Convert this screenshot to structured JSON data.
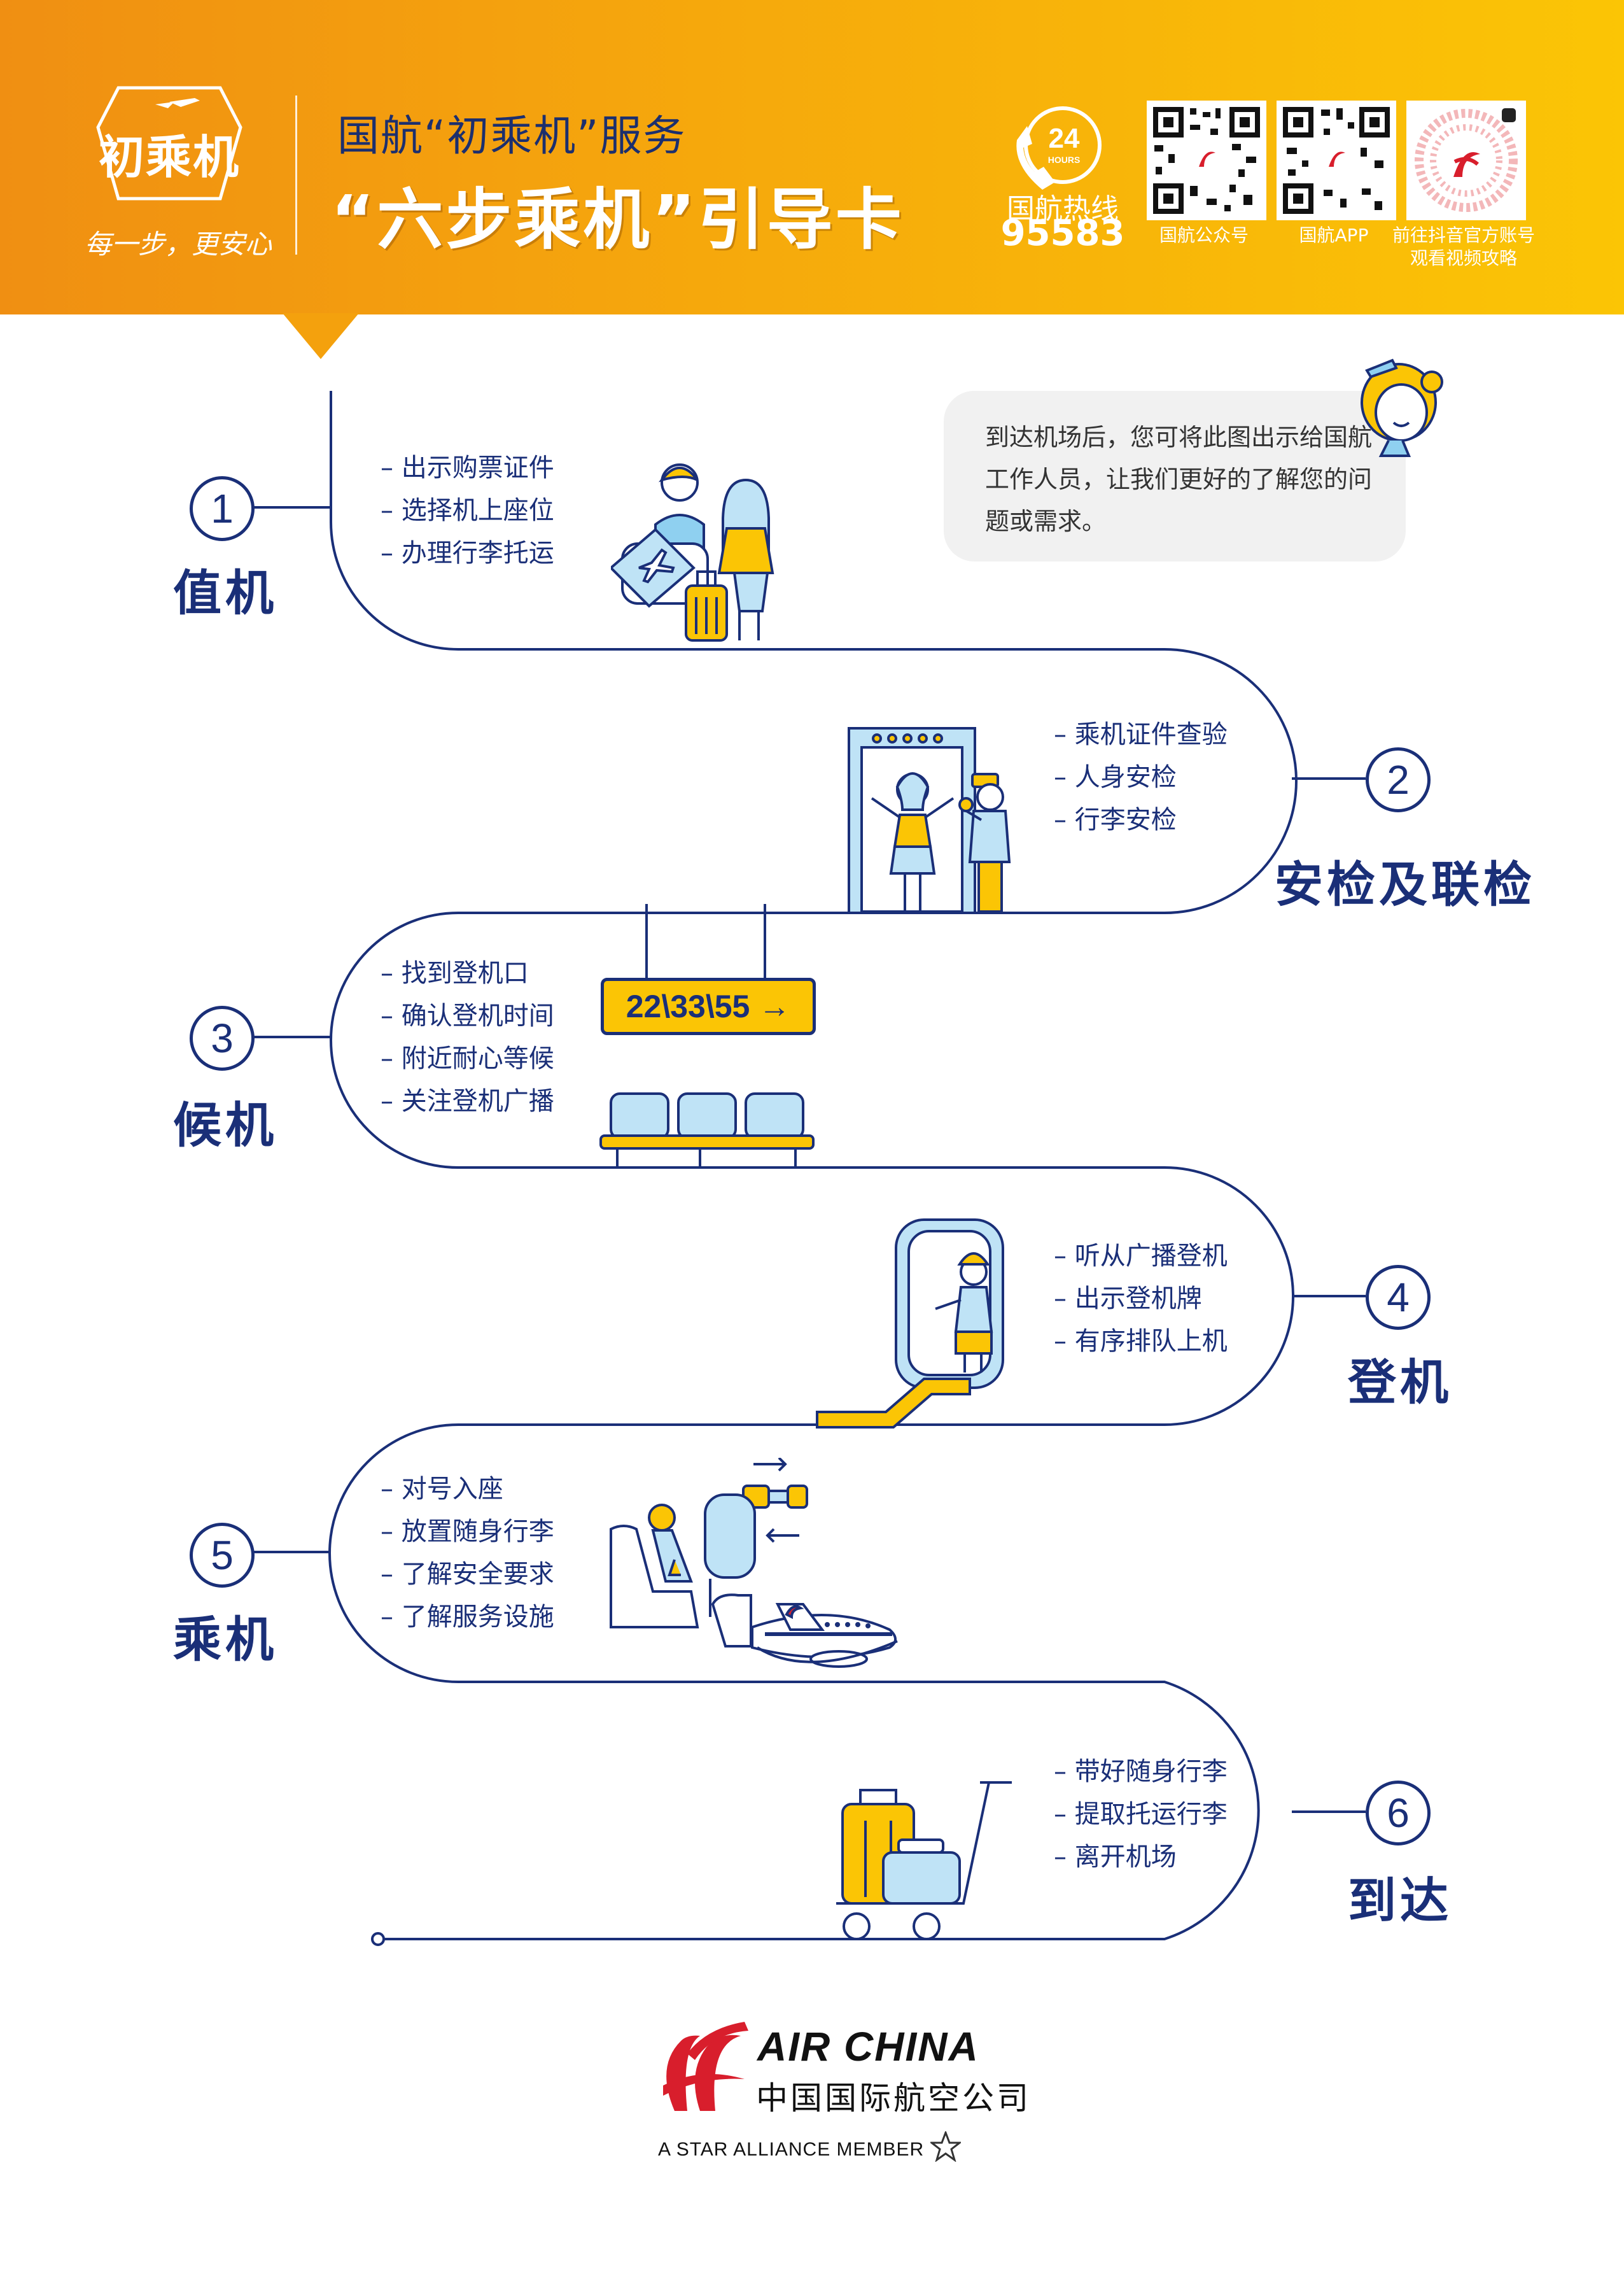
{
  "header": {
    "logo_text": "初乘机",
    "logo_slogan": "每一步，更安心",
    "subtitle": "国航“初乘机”服务",
    "title": "“六步乘机”引导卡",
    "hotline_badge": "24",
    "hotline_badge_sub": "HOURS",
    "hotline_label": "国航热线",
    "hotline_number": "95583",
    "qr_codes": [
      {
        "label": "国航公众号"
      },
      {
        "label": "国航APP"
      },
      {
        "label": "前往抖音官方账号",
        "label2": "观看视频攻略"
      }
    ]
  },
  "bubble": {
    "text": "到达机场后，您可将此图出示给国航工作人员，让我们更好的了解您的问题或需求。"
  },
  "steps": [
    {
      "number": "1",
      "name": "值机",
      "items": [
        "– 出示购票证件",
        "– 选择机上座位",
        "– 办理行李托运"
      ]
    },
    {
      "number": "2",
      "name": "安检及联检",
      "items": [
        "– 乘机证件查验",
        "– 人身安检",
        "– 行李安检"
      ]
    },
    {
      "number": "3",
      "name": "候机",
      "items": [
        "– 找到登机口",
        "– 确认登机时间",
        "– 附近耐心等候",
        "– 关注登机广播"
      ]
    },
    {
      "number": "4",
      "name": "登机",
      "items": [
        "– 听从广播登机",
        "– 出示登机牌",
        "– 有序排队上机"
      ]
    },
    {
      "number": "5",
      "name": "乘机",
      "items": [
        "– 对号入座",
        "– 放置随身行李",
        "– 了解安全要求",
        "– 了解服务设施"
      ]
    },
    {
      "number": "6",
      "name": "到达",
      "items": [
        "– 带好随身行李",
        "– 提取托运行李",
        "– 离开机场"
      ]
    }
  ],
  "gate_sign": "22\\33\\55 →",
  "footer": {
    "brand_en": "AIR CHINA",
    "brand_cn": "中国国际航空公司",
    "alliance": "A STAR ALLIANCE MEMBER"
  },
  "colors": {
    "navy": "#1a2f78",
    "orange": "#f08f12",
    "yellow": "#fbc505",
    "light_blue": "#bfe3f6",
    "airchina_red": "#d81e2c"
  }
}
